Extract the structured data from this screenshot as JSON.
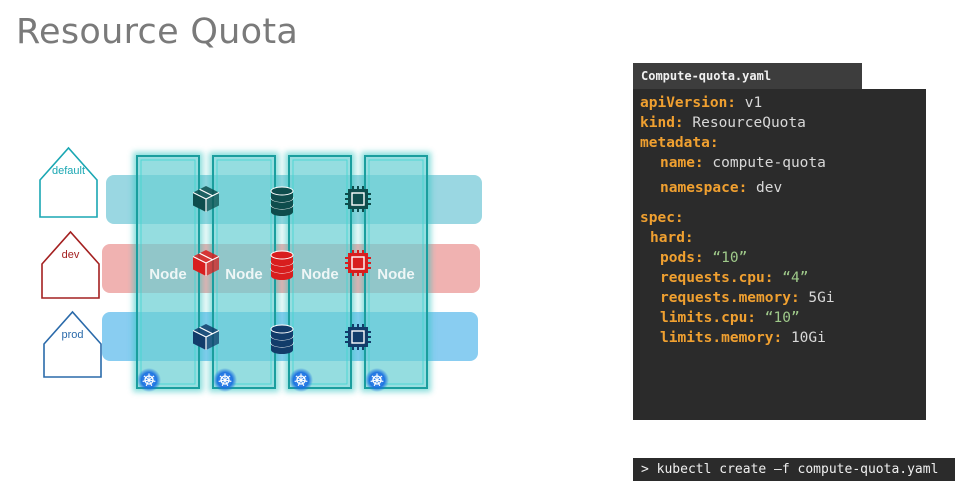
{
  "title": "Resource Quota",
  "namespaces": [
    {
      "label": "default",
      "color": "#1aa7b3"
    },
    {
      "label": "dev",
      "color": "#a42020"
    },
    {
      "label": "prod",
      "color": "#2a6aaa"
    }
  ],
  "node_label": "Node",
  "node_count": 4,
  "colors": {
    "default_band": "#8fd3df",
    "dev_band": "#eeaaa8",
    "prod_band": "#7cc8f0",
    "node_column": "#2ec4c0",
    "icon_default": "#0e4d4d",
    "icon_dev": "#d81e1e",
    "icon_prod": "#123c6a"
  },
  "resource_icons": [
    "cube-icon",
    "database-icon",
    "chip-icon"
  ],
  "file_tab": "Compute-quota.yaml",
  "yaml_lines": [
    {
      "key": "apiVersion:",
      "value": " v1",
      "vtype": "v",
      "indent": 0
    },
    {
      "key": "kind:",
      "value": " ResourceQuota",
      "vtype": "v",
      "indent": 0
    },
    {
      "key": "metadata:",
      "value": "",
      "vtype": "v",
      "indent": 0
    },
    {
      "key": "name:",
      "value": " compute-quota",
      "vtype": "v",
      "indent": 4
    },
    {
      "key": "namespace:",
      "value": " dev",
      "vtype": "v",
      "indent": 4
    },
    {
      "key": "spec:",
      "value": "",
      "vtype": "v",
      "indent": 0
    },
    {
      "key": "hard:",
      "value": "",
      "vtype": "v",
      "indent": 2
    },
    {
      "key": "pods:",
      "value": " “10”",
      "vtype": "s",
      "indent": 4
    },
    {
      "key": "requests.cpu:",
      "value": " “4”",
      "vtype": "s",
      "indent": 4
    },
    {
      "key": "requests.memory:",
      "value": " 5Gi",
      "vtype": "v",
      "indent": 4
    },
    {
      "key": "limits.cpu:",
      "value": " “10”",
      "vtype": "s",
      "indent": 4
    },
    {
      "key": "limits.memory:",
      "value": " 10Gi",
      "vtype": "v",
      "indent": 4
    }
  ],
  "command": "> kubectl create –f compute-quota.yaml"
}
